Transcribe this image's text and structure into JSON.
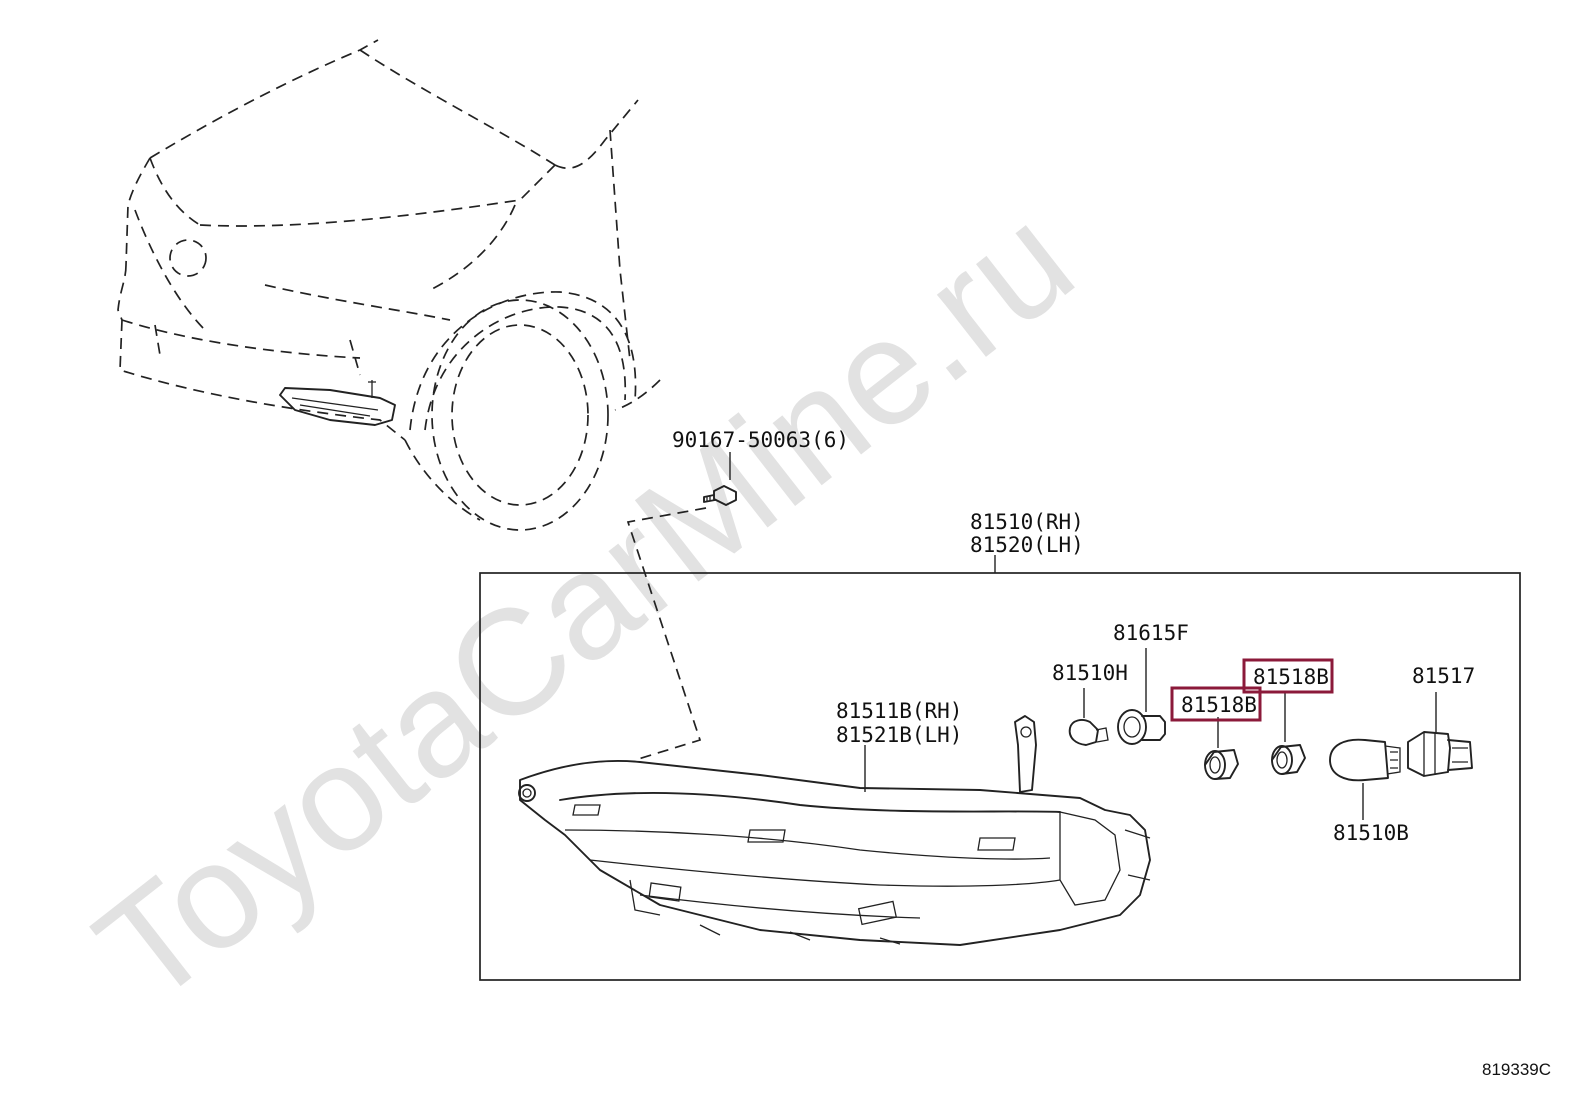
{
  "watermark": "ToyotaCarMine.ru",
  "diagram_code": "819339C",
  "colors": {
    "highlight": "#8b1a3a",
    "line": "#222222",
    "watermark": "#dddddd"
  },
  "labels": {
    "bolt": "90167-50063(6)",
    "assy_rh": "81510(RH)",
    "assy_lh": "81520(LH)",
    "housing_rh": "81511B(RH)",
    "housing_lh": "81521B(LH)",
    "bulb_small": "81510H",
    "socket_small": "81615F",
    "grommet_a": "81518B",
    "grommet_b": "81518B",
    "socket_large": "81517",
    "bulb_large": "81510B"
  }
}
